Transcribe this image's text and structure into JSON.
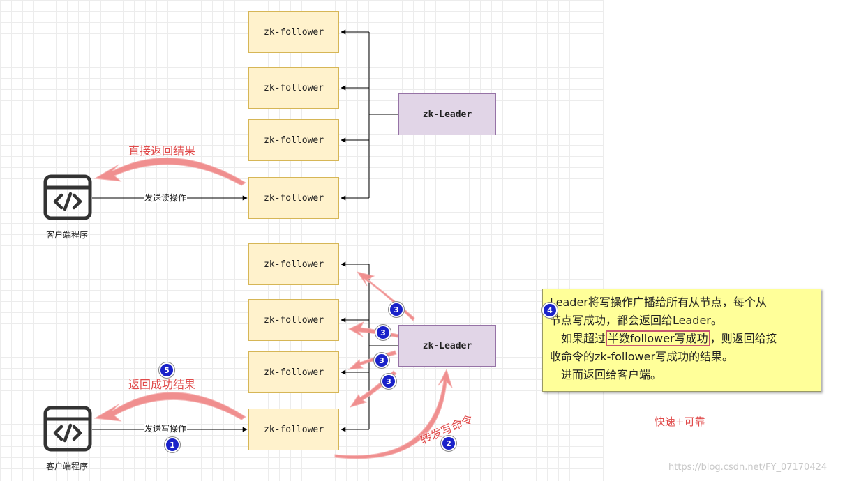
{
  "top_section": {
    "followers": [
      "zk-follower",
      "zk-follower",
      "zk-follower",
      "zk-follower"
    ],
    "leader": "zk-Leader",
    "client_label": "客户端程序",
    "request_label": "发送读操作",
    "return_label": "直接返回结果"
  },
  "bottom_section": {
    "followers": [
      "zk-follower",
      "zk-follower",
      "zk-follower",
      "zk-follower"
    ],
    "leader": "zk-Leader",
    "client_label": "客户端程序",
    "request_label": "发送写操作",
    "forward_label": "转发写命令",
    "return_label": "返回成功结果"
  },
  "badges": {
    "one": "1",
    "two": "2",
    "three": "3",
    "four": "4",
    "five": "5"
  },
  "note": {
    "line1": "Leader将写操作广播给所有从节点，每个从",
    "line2": "节点写成功，都会返回给Leader。",
    "line3_pre": "　如果超过",
    "line3_highlight": "半数follower写成功",
    "line3_post": "，则返回给接",
    "line4": "收命令的zk-follower写成功的结果。",
    "line5": "　进而返回给客户端。"
  },
  "tagline": "快速+可靠",
  "watermark": "https://blog.csdn.net/FY_07170424",
  "colors": {
    "follower_fill": "#fff2cc",
    "follower_stroke": "#d6b656",
    "leader_fill": "#e1d5e7",
    "leader_stroke": "#9673a6",
    "hand_arrow": "#f08a8a",
    "badge": "#1a22c9",
    "note_fill": "#ffff99"
  }
}
